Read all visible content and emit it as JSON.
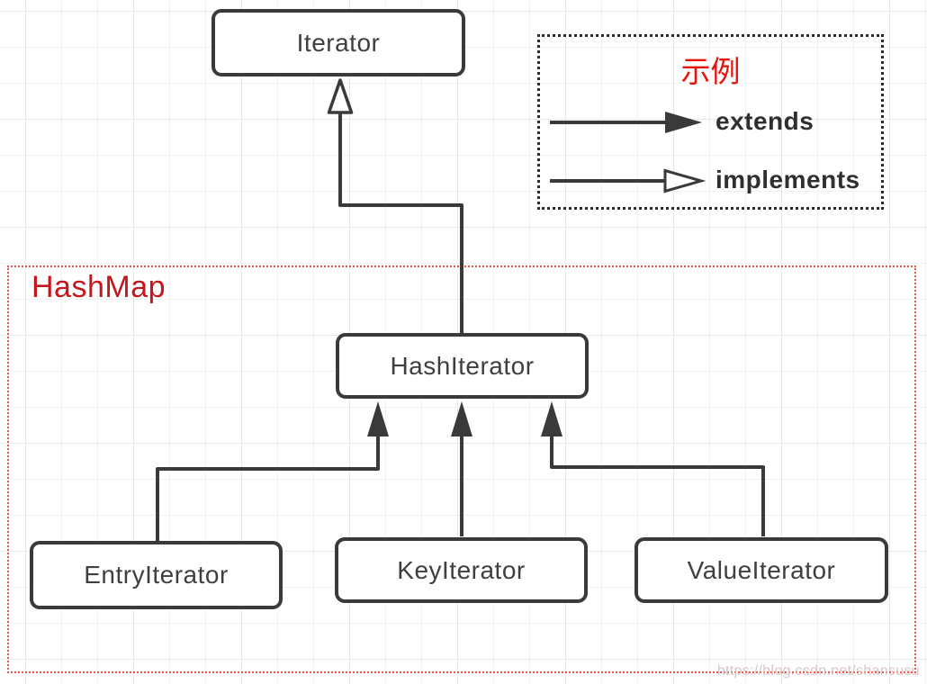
{
  "nodes": {
    "iterator": {
      "label": "Iterator"
    },
    "hash_iterator": {
      "label": "HashIterator"
    },
    "entry_iterator": {
      "label": "EntryIterator"
    },
    "key_iterator": {
      "label": "KeyIterator"
    },
    "value_iterator": {
      "label": "ValueIterator"
    }
  },
  "group": {
    "label": "HashMap",
    "label_color": "#c5161d",
    "border_color": "#ef5350"
  },
  "legend": {
    "title": "示例",
    "title_color": "#e8120c",
    "items": [
      {
        "label": "extends",
        "arrow_icon": "solid-right-arrow"
      },
      {
        "label": "implements",
        "arrow_icon": "hollow-right-arrow"
      }
    ]
  },
  "edges": [
    {
      "from": "HashIterator",
      "to": "Iterator",
      "relation": "implements"
    },
    {
      "from": "EntryIterator",
      "to": "HashIterator",
      "relation": "extends"
    },
    {
      "from": "KeyIterator",
      "to": "HashIterator",
      "relation": "extends"
    },
    {
      "from": "ValueIterator",
      "to": "HashIterator",
      "relation": "extends"
    }
  ],
  "watermark": {
    "text": "https://blog.csdn.net/shansusu"
  },
  "colors": {
    "node_border": "#3a3a3a",
    "edge": "#3a3a3a",
    "node_text": "#3f3f3f",
    "grid_line": "#ededed"
  }
}
